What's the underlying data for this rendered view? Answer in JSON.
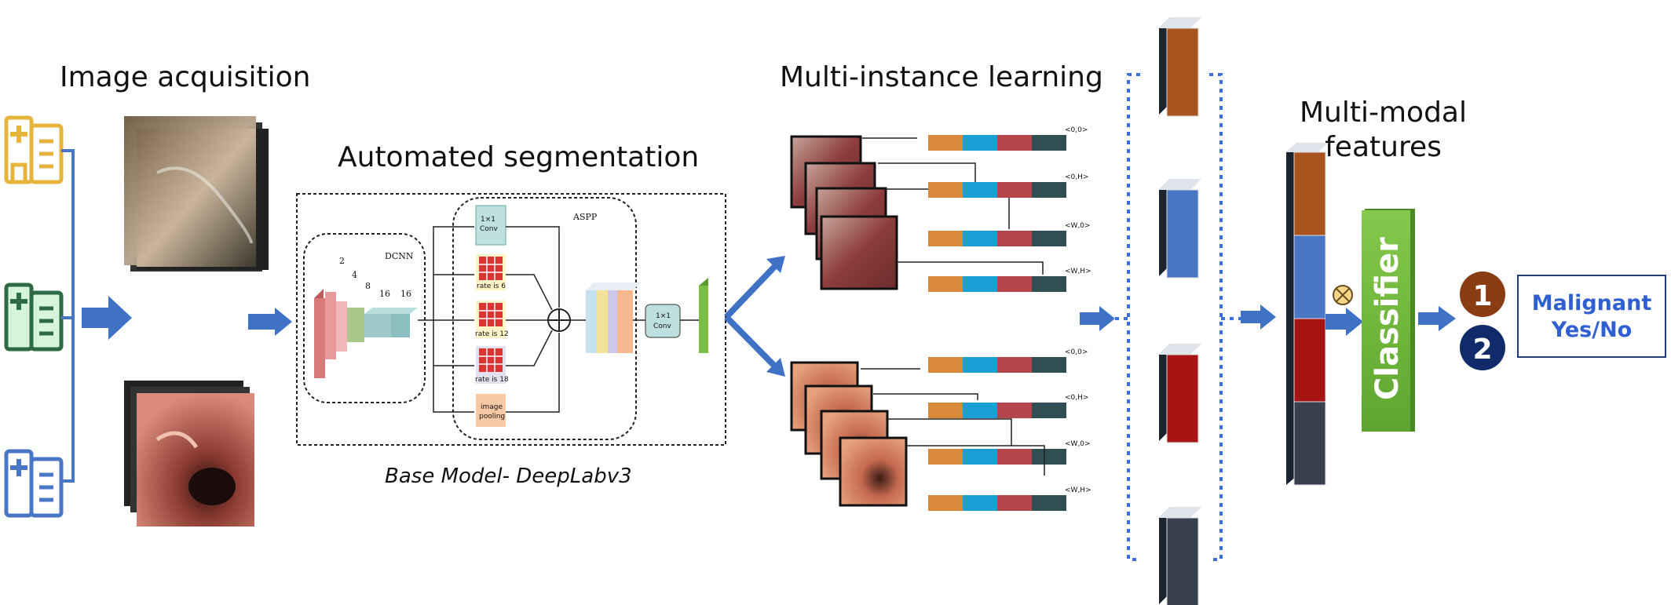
{
  "titles": {
    "image_acquisition": "Image acquisition",
    "automated_segmentation": "Automated segmentation",
    "multi_instance_learning": "Multi-instance learning",
    "multi_modal_features": "Multi-modal\nfeatures",
    "base_model_caption": "Base Model- DeepLabv3"
  },
  "segmentation": {
    "dcnn_label": "DCNN",
    "aspp_label": "ASPP",
    "stride_labels": [
      "2",
      "4",
      "8",
      "16",
      "16"
    ],
    "conv_1x1": "1×1\nConv",
    "rates": [
      "rate is 6",
      "rate is 12",
      "rate is 18"
    ],
    "image_pooling": "image\npooling",
    "conv_after": "1×1\nConv"
  },
  "mil": {
    "instance_tags": [
      "<0,0>",
      "<0,H>",
      "<W,0>",
      "<W,H>"
    ],
    "bar_colors": [
      "#d9893a",
      "#1a9fd4",
      "#b5454b",
      "#2f4f55"
    ]
  },
  "features": {
    "column_colors": [
      "#a9541f",
      "#4a76c6",
      "#a81414",
      "#36404e"
    ],
    "fusion_symbol": "⊗"
  },
  "classifier": {
    "label": "Classifier",
    "color": "#6bb43a"
  },
  "result": {
    "numbers": [
      "1",
      "2"
    ],
    "number_colors": [
      "#8a3c12",
      "#102a6a"
    ],
    "line1": "Malignant",
    "line2": "Yes/No"
  },
  "colors": {
    "arrow": "#3f72c4",
    "hospital_yellow": "#e6b43a",
    "hospital_green": "#2e6a44",
    "hospital_blue": "#4a76c6",
    "dotted": "#3a6fe0"
  }
}
